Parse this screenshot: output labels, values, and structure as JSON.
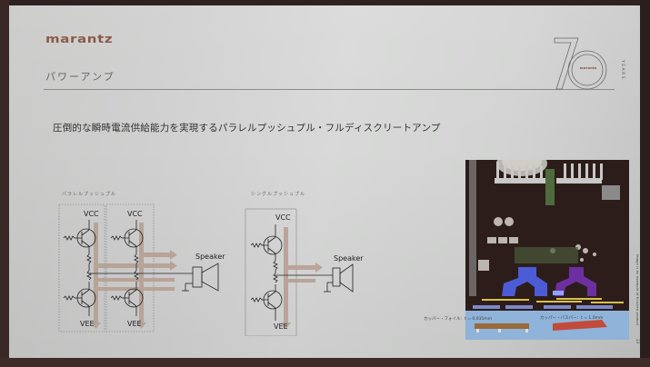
{
  "slide": {
    "brand": "marantz",
    "section_title": "パワーアンプ",
    "anniversary_badge": {
      "number": "70",
      "brand": "marantz",
      "label": "YEARS"
    },
    "headline": "圧倒的な瞬時電流供給能力を実現するパラレルプッシュプル・フルディスクリートアンプ",
    "diagrams": [
      {
        "caption": "パラレルプッシュプル",
        "labels": {
          "vcc_1": "VCC",
          "vcc_2": "VCC",
          "vee_1": "VEE",
          "vee_2": "VEE",
          "speaker": "Speaker"
        }
      },
      {
        "caption": "シングルプッシュプル",
        "labels": {
          "vcc": "VCC",
          "vee": "VEE",
          "speaker": "Speaker"
        }
      }
    ],
    "photo": {
      "note_left": "カッパー・フォイル：t = 0.035mm",
      "note_right": "カッパー・バスバー：t = 1.0mm",
      "credit": "Image is an example of finished product"
    },
    "page_number": "13"
  },
  "colors": {
    "slide_bg": "#d2d3d2",
    "brand": "#8a5a48",
    "arrow": "#b59d90",
    "room": "#3a2a26",
    "busbar_blue": "#4c5bd6",
    "busbar_purple": "#6c2fa0",
    "photo_panel": "#8fb3d9"
  }
}
